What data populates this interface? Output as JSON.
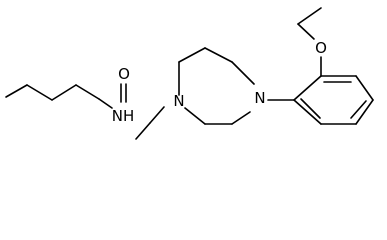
{
  "molecule": {
    "atoms": {
      "carbonyl_o": "O",
      "amide_nh": "NH",
      "piperazine_n1": "N",
      "piperazine_n4": "N",
      "ether_o": "O"
    }
  },
  "colors": {
    "bond": "#000000",
    "text": "#000000",
    "background": "#ffffff"
  }
}
